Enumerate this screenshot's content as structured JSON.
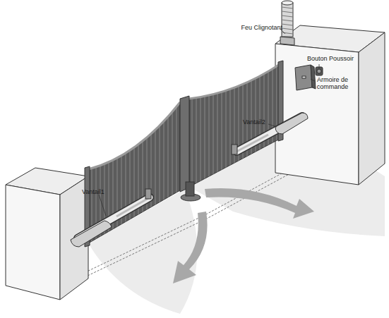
{
  "diagram": {
    "labels": [
      "Feu Clignotant",
      "Bouton Poussoir",
      "Armoire de commande",
      "Vantail2",
      "Vantail1"
    ]
  }
}
